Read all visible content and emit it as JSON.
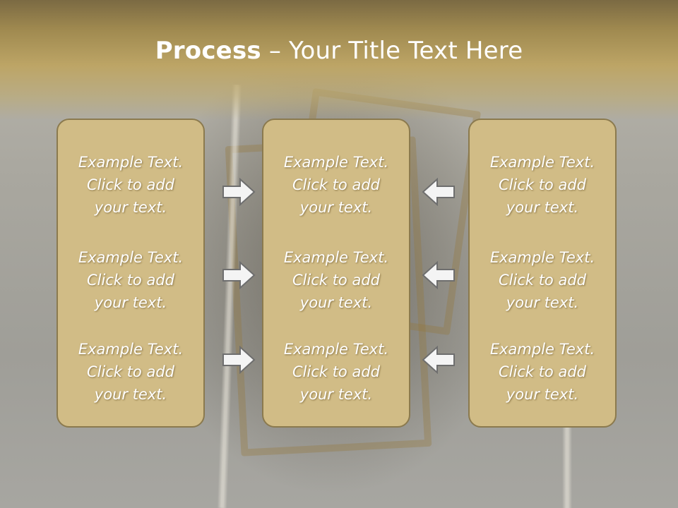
{
  "slide": {
    "title_bold": "Process",
    "title_rest": " – Your Title Text Here",
    "colors": {
      "header": "#bda566",
      "panel_fill": "#d1bc86",
      "panel_border": "#8b7a4e",
      "text": "#ffffff",
      "arrow_fill": "#f4f4f4",
      "arrow_stroke": "#6e6e6e"
    }
  },
  "panels": [
    {
      "items": [
        [
          "Example Text.",
          "Click  to add",
          "your text."
        ],
        [
          "Example Text.",
          "Click  to add",
          "your text."
        ],
        [
          "Example Text.",
          "Click  to add",
          "your text."
        ]
      ]
    },
    {
      "items": [
        [
          "Example Text.",
          "Click  to add",
          "your text."
        ],
        [
          "Example Text.",
          "Click  to add",
          "your text."
        ],
        [
          "Example Text.",
          "Click  to add",
          "your text."
        ]
      ]
    },
    {
      "items": [
        [
          "Example Text.",
          "Click  to add",
          "your text."
        ],
        [
          "Example Text.",
          "Click  to add",
          "your text."
        ],
        [
          "Example Text.",
          "Click  to add",
          "your text."
        ]
      ]
    }
  ],
  "arrows": {
    "left_group_direction": "right-arrow-icon",
    "right_group_direction": "left-arrow-icon"
  }
}
